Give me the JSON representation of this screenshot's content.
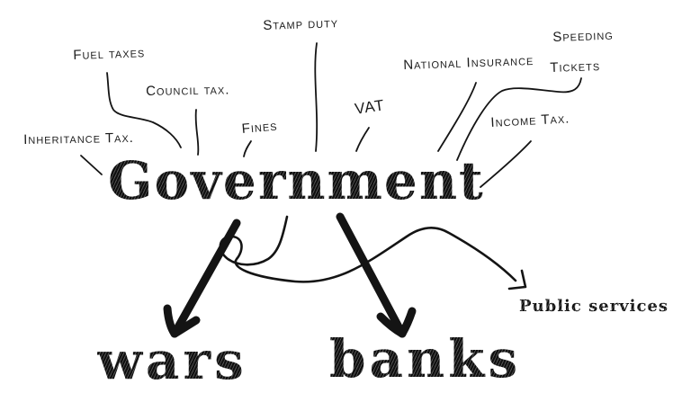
{
  "canvas": {
    "background": "#ffffff",
    "ink": "#141414"
  },
  "government": {
    "label": "Government"
  },
  "revenue_sources": [
    {
      "label": "Inheritance Tax."
    },
    {
      "label": "Fuel taxes"
    },
    {
      "label": "Council tax."
    },
    {
      "label": "Stamp duty"
    },
    {
      "label": "Fines"
    },
    {
      "label": "VAT"
    },
    {
      "label": "National Insurance"
    },
    {
      "label": "Speeding Tickets",
      "line1": "Speeding",
      "line2": "Tickets"
    },
    {
      "label": "Income Tax."
    }
  ],
  "spending": {
    "wars": {
      "label": "wars",
      "arrow": "heavy"
    },
    "banks": {
      "label": "banks",
      "arrow": "heavy"
    },
    "public_services": {
      "label": "Public services",
      "arrow": "thin-looping"
    }
  }
}
